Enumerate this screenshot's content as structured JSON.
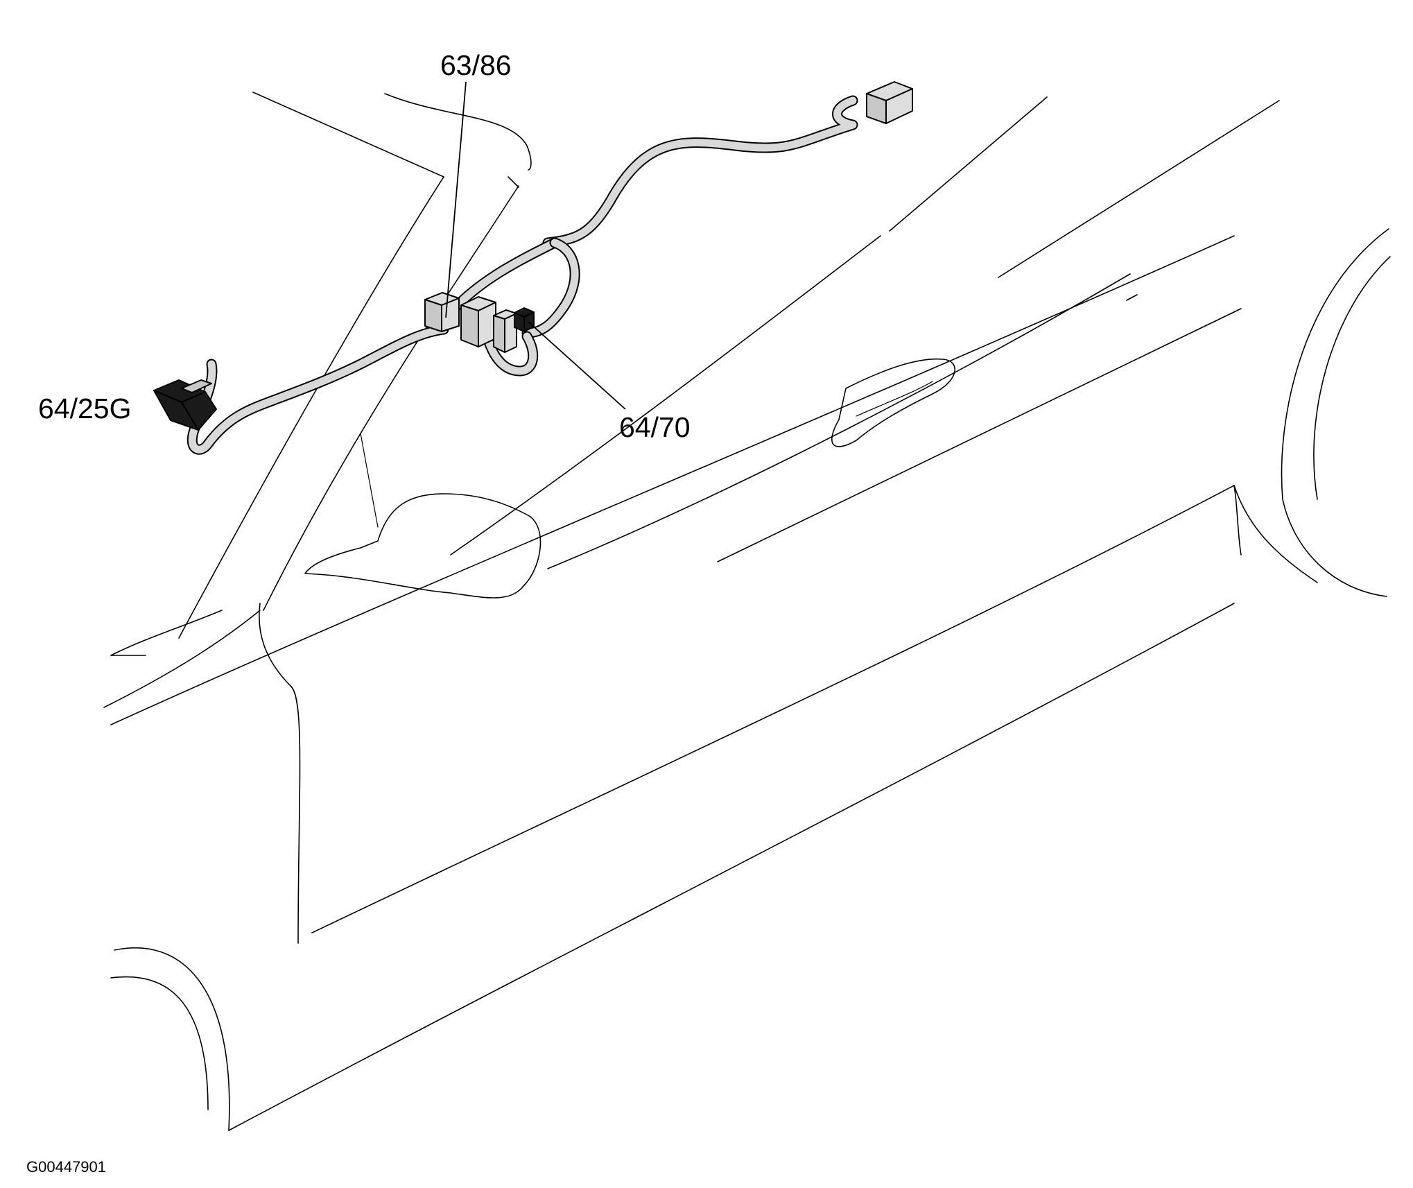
{
  "labels": {
    "connector_top": "63/86",
    "connector_right": "64/70",
    "connector_left": "64/25G"
  },
  "figure_id": "G00447901"
}
